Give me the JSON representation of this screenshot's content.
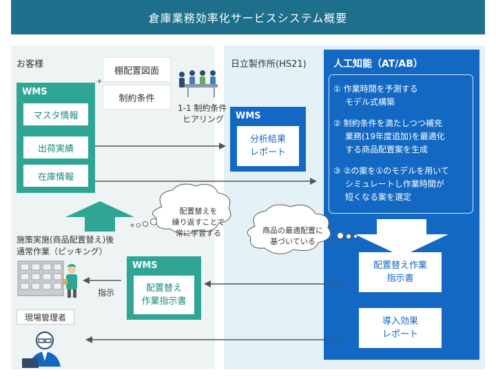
{
  "title": "倉庫業務効率化サービスシステム概要",
  "customer": {
    "heading": "お客様",
    "wms_label": "WMS",
    "items": [
      "マスタ情報",
      "出荷実績",
      "在庫情報"
    ],
    "plus": "+",
    "conditions": [
      "棚配置図面",
      "制約条件"
    ]
  },
  "hearing": {
    "line1": "1-1 制約条件",
    "line2": "ヒアリング"
  },
  "hitachi": {
    "heading": "日立製作所(HS21)",
    "wms_label": "WMS",
    "report_line1": "分析結果",
    "report_line2": "レポート"
  },
  "ai": {
    "heading": "人工知能（AT/AB）",
    "steps": [
      {
        "num": "①",
        "lines": [
          "作業時間を予測する",
          "モデル式構築"
        ]
      },
      {
        "num": "②",
        "lines": [
          "制約条件を満たしつつ補充",
          "業務(19年度追加)を最適化",
          "する商品配置案を生成"
        ]
      },
      {
        "num": "③",
        "lines": [
          "②の案を①のモデルを用いて",
          "シミュレートし作業時間が",
          "短くなる案を選定"
        ]
      }
    ],
    "doc1_line1": "配置替え作業",
    "doc1_line2": "指示書",
    "doc2_line1": "導入効果",
    "doc2_line2": "レポート"
  },
  "clouds": {
    "left": [
      "配置替えを",
      "繰り返すことで",
      "常に学習する"
    ],
    "right": [
      "商品の最適配置に",
      "基づいている"
    ]
  },
  "field": {
    "line1": "施策実施(商品配置替え)後",
    "line2": "通常作業（ピッキング）",
    "instruction": "指示",
    "manager": "現場管理者"
  },
  "wms_instruction": {
    "wms_label": "WMS",
    "line1": "配置替え",
    "line2": "作業指示書"
  },
  "colors": {
    "title_bar": "#1e6f8c",
    "green": "#2fa596",
    "blue": "#1268c2",
    "arrow_gray": "#555555"
  }
}
